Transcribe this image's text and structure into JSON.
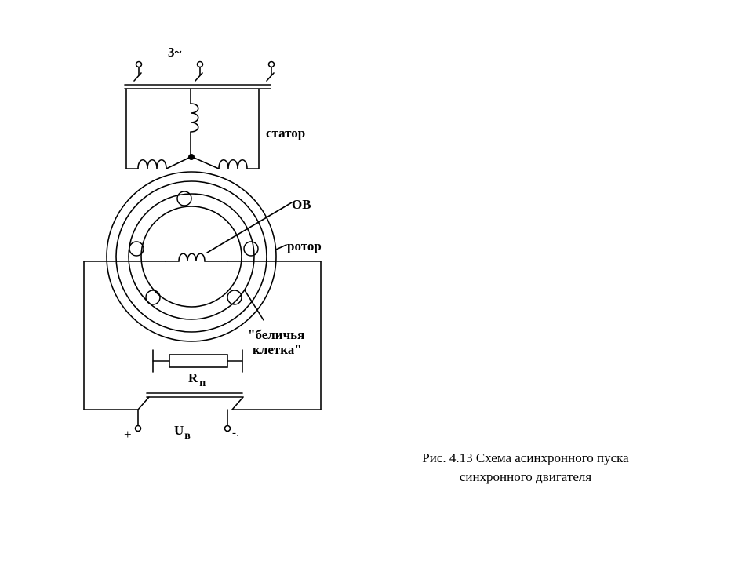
{
  "diagram": {
    "supply_label": "3~",
    "stator_label": "статор",
    "excitation_winding_label": "ОВ",
    "rotor_label": "ротор",
    "squirrel_cage_label_line1": "\"беличья",
    "squirrel_cage_label_line2": "клетка\"",
    "resistor_label_main": "R",
    "resistor_label_sub": "п",
    "voltage_label_main": "U",
    "voltage_label_sub": "в",
    "plus_label": "+",
    "minus_label": "-."
  },
  "caption": {
    "line1": "Рис. 4.13 Схема асинхронного пуска",
    "line2": "синхронного двигателя"
  }
}
